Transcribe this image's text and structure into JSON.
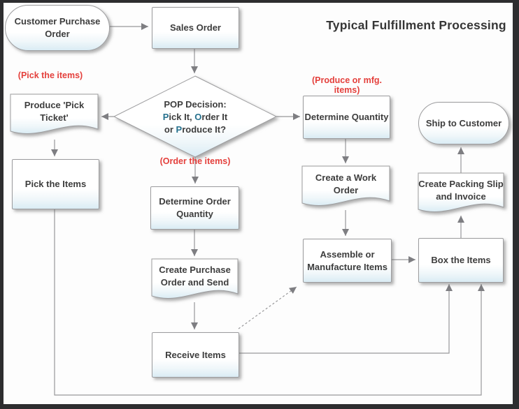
{
  "title": "Typical Fulfillment Processing",
  "annotations": {
    "pick": "(Pick the items)",
    "order": "(Order the items)",
    "produce": "(Produce or mfg. items)"
  },
  "nodes": {
    "customer_po": {
      "label": "Customer Purchase Order",
      "shape": "stadium"
    },
    "sales_order": {
      "label": "Sales Order",
      "shape": "rectangle"
    },
    "produce_pick_ticket": {
      "label": "Produce 'Pick Ticket'",
      "shape": "document"
    },
    "pick_items": {
      "label": "Pick the Items",
      "shape": "rectangle"
    },
    "determine_order_qty": {
      "label": "Determine Order Quantity",
      "shape": "rectangle"
    },
    "create_po": {
      "label": "Create Purchase Order and Send",
      "shape": "document"
    },
    "receive_items": {
      "label": "Receive Items",
      "shape": "rectangle"
    },
    "determine_qty": {
      "label": "Determine Quantity",
      "shape": "rectangle"
    },
    "create_work_order": {
      "label": "Create a Work Order",
      "shape": "document"
    },
    "assemble": {
      "label": "Assemble or Manufacture Items",
      "shape": "rectangle"
    },
    "box_items": {
      "label": "Box the Items",
      "shape": "rectangle"
    },
    "create_packing": {
      "label": "Create Packing Slip and Invoice",
      "shape": "document"
    },
    "ship_customer": {
      "label": "Ship to Customer",
      "shape": "stadium"
    }
  },
  "diamond": {
    "line1": "POP Decision:",
    "l2a": "P",
    "l2b": "ick It, ",
    "l2c": "O",
    "l2d": "rder It",
    "l3a": "or ",
    "l3b": "P",
    "l3c": "roduce It?"
  },
  "colors": {
    "accent_teal": "#26718e",
    "annotation_red": "#e4403c",
    "node_text": "#3d3d3d",
    "shape_fill_top": "#ffffff",
    "shape_fill_bottom": "#daecf4",
    "shape_border": "#9c9c9e",
    "connector_gray": "#98989a",
    "frame_dark": "#2d2d2f"
  }
}
